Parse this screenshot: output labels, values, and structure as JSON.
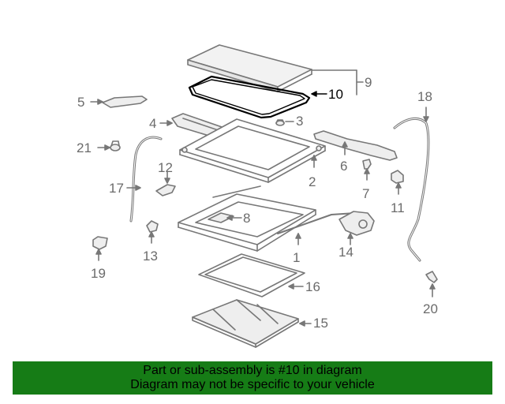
{
  "colors": {
    "line": "#777777",
    "part_fill": "#eeeeee",
    "highlight": "#000000",
    "banner": "#167c16"
  },
  "callouts": {
    "c1": "1",
    "c2": "2",
    "c3": "3",
    "c4": "4",
    "c5": "5",
    "c6": "6",
    "c7": "7",
    "c8": "8",
    "c9": "9",
    "c10": "10",
    "c11": "11",
    "c12": "12",
    "c13": "13",
    "c14": "14",
    "c15": "15",
    "c16": "16",
    "c17": "17",
    "c18": "18",
    "c19": "19",
    "c20": "20",
    "c21": "21"
  },
  "banner": {
    "line1": "Part or sub-assembly is #10 in diagram",
    "line2": "Diagram may not be specific to your vehicle"
  }
}
